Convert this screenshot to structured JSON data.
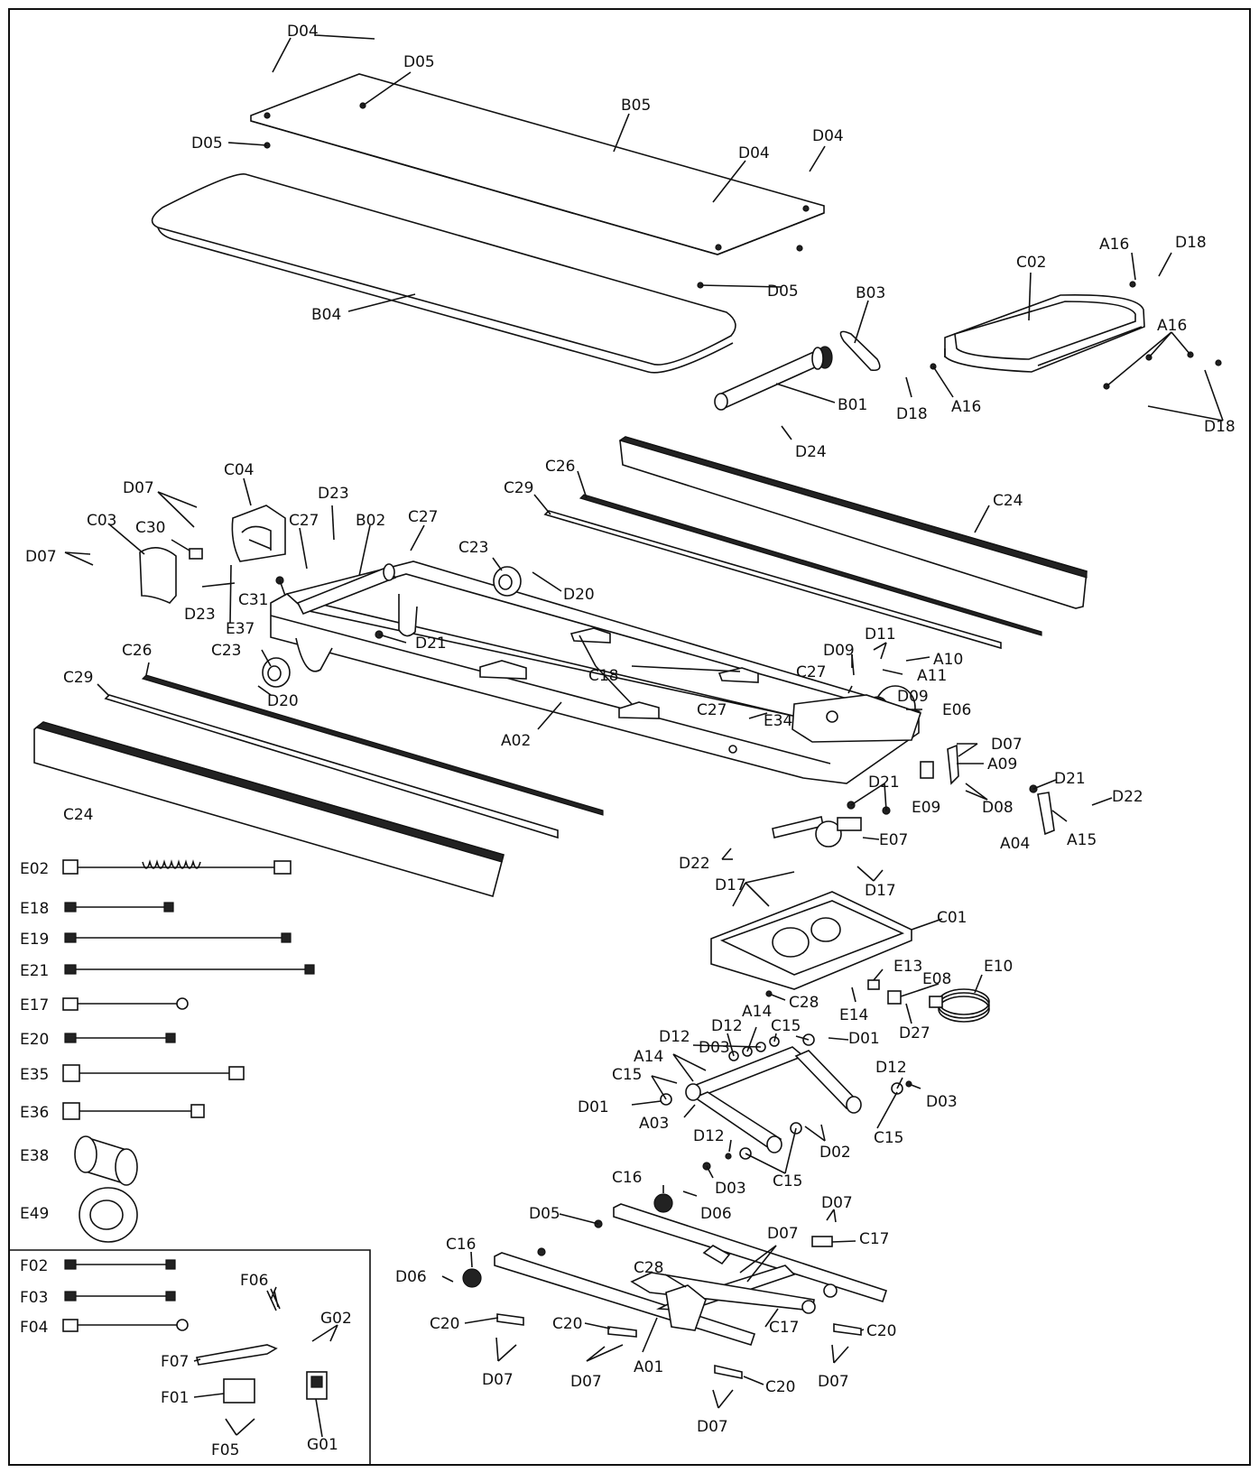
{
  "diagram": {
    "frame_color": "#111111",
    "labels": {
      "D04_a": "D04",
      "D05_a": "D05",
      "B05": "B05",
      "D05_b": "D05",
      "D04_b": "D04",
      "D04_c": "D04",
      "B04": "B04",
      "D05_c": "D05",
      "B03": "B03",
      "C02": "C02",
      "A16_a": "A16",
      "D18_a": "D18",
      "A16_b": "A16",
      "B01": "B01",
      "D18_b": "D18",
      "A16_c": "A16",
      "D18_c": "D18",
      "D24": "D24",
      "C26_a": "C26",
      "C24_a": "C24",
      "C29_a": "C29",
      "C04": "C04",
      "D07_a": "D07",
      "D23_a": "D23",
      "C03": "C03",
      "C30": "C30",
      "C27_a": "C27",
      "B02": "B02",
      "C27_b": "C27",
      "C23_a": "C23",
      "D07_b": "D07",
      "D20_a": "D20",
      "D23_b": "D23",
      "C31": "C31",
      "E37": "E37",
      "D21_a": "D21",
      "C23_b": "C23",
      "C26_b": "C26",
      "D11": "D11",
      "A10": "A10",
      "D09_a": "D09",
      "A11": "A11",
      "D09_b": "D09",
      "C27_c": "C27",
      "C29_b": "C29",
      "D20_b": "D20",
      "C18": "C18",
      "C27_d": "C27",
      "E34": "E34",
      "E06": "E06",
      "A02": "A02",
      "D07_c": "D07",
      "A09": "A09",
      "C24_b": "C24",
      "D21_b": "D21",
      "D21_c": "D21",
      "D22_a": "D22",
      "E09": "E09",
      "D08": "D08",
      "E07": "E07",
      "A04": "A04",
      "A15": "A15",
      "D22_b": "D22",
      "D17_a": "D17",
      "D17_b": "D17",
      "C01": "C01",
      "E13": "E13",
      "E10": "E10",
      "E08": "E08",
      "C28_a": "C28",
      "E14": "E14",
      "D27": "D27",
      "A14_a": "A14",
      "D12_a": "D12",
      "D12_b": "D12",
      "C15_a": "C15",
      "D01_a": "D01",
      "D03_a": "D03",
      "A14_b": "A14",
      "C15_b": "C15",
      "D12_c": "D12",
      "D03_b": "D03",
      "D01_b": "D01",
      "A03": "A03",
      "C15_c": "C15",
      "D12_d": "D12",
      "D02": "D02",
      "D03_c": "D03",
      "C15_d": "C15",
      "C16_a": "C16",
      "D06_a": "D06",
      "D07_d": "D07",
      "D05_d": "D05",
      "C17_a": "C17",
      "D07_e": "D07",
      "C16_b": "C16",
      "C28_b": "C28",
      "D06_b": "D06",
      "C20_a": "C20",
      "C20_b": "C20",
      "C17_b": "C17",
      "C20_c": "C20",
      "D07_f": "D07",
      "D07_g": "D07",
      "A01": "A01",
      "C20_d": "C20",
      "D07_h": "D07",
      "D07_i": "D07",
      "E02": "E02",
      "E18": "E18",
      "E19": "E19",
      "E21": "E21",
      "E17": "E17",
      "E20": "E20",
      "E35": "E35",
      "E36": "E36",
      "E38": "E38",
      "E49": "E49",
      "F02": "F02",
      "F03": "F03",
      "F04": "F04",
      "F06": "F06",
      "G02": "G02",
      "F07": "F07",
      "F01": "F01",
      "G01": "G01",
      "F05": "F05"
    }
  }
}
